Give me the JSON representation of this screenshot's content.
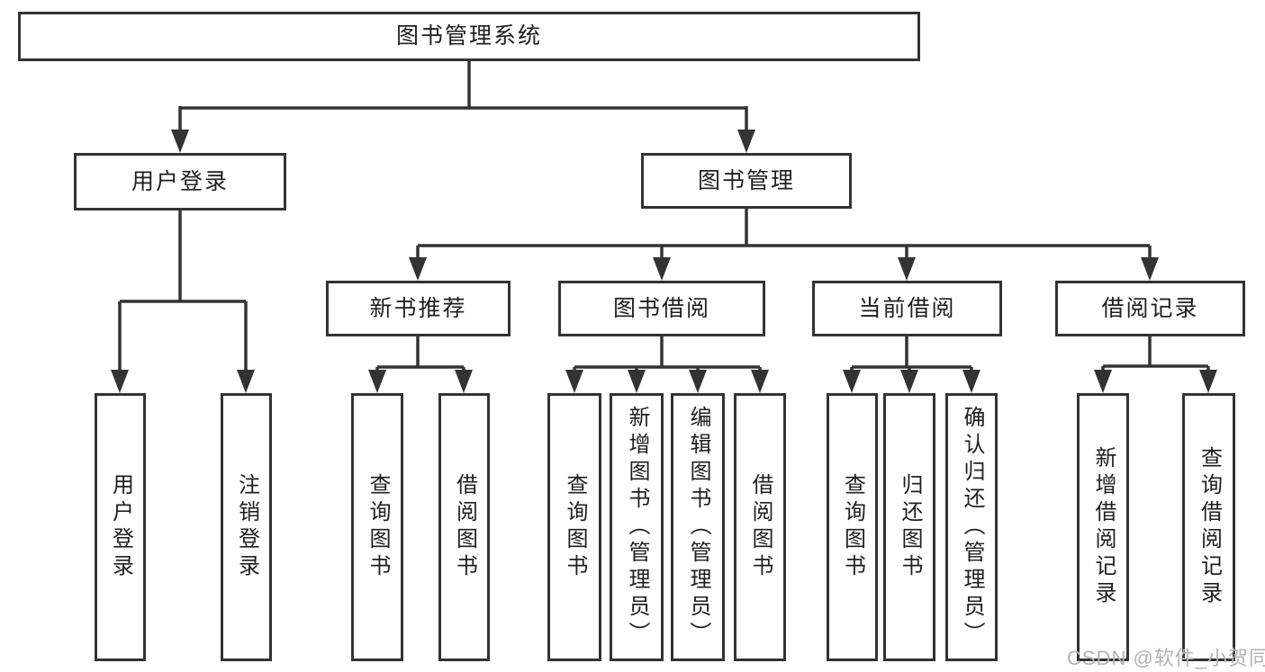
{
  "tree": {
    "label": "图书管理系统",
    "children": [
      {
        "label": "用户登录",
        "children": [
          {
            "label": "用户登录"
          },
          {
            "label": "注销登录"
          }
        ]
      },
      {
        "label": "图书管理",
        "children": [
          {
            "label": "新书推荐",
            "children": [
              {
                "label": "查询图书"
              },
              {
                "label": "借阅图书"
              }
            ]
          },
          {
            "label": "图书借阅",
            "children": [
              {
                "label": "查询图书"
              },
              {
                "label": "新增图书（管理员）"
              },
              {
                "label": "编辑图书（管理员）"
              },
              {
                "label": "借阅图书"
              }
            ]
          },
          {
            "label": "当前借阅",
            "children": [
              {
                "label": "查询图书"
              },
              {
                "label": "归还图书"
              },
              {
                "label": "确认归还（管理员）"
              }
            ]
          },
          {
            "label": "借阅记录",
            "children": [
              {
                "label": "新增借阅记录"
              },
              {
                "label": "查询借阅记录"
              }
            ]
          }
        ]
      }
    ]
  },
  "watermark": {
    "text": "CSDN @软件_小贺同学"
  },
  "colors": {
    "line": "#333333",
    "text": "#1f1f1f",
    "background": "#ffffff",
    "watermark": "#b2b2b2"
  }
}
